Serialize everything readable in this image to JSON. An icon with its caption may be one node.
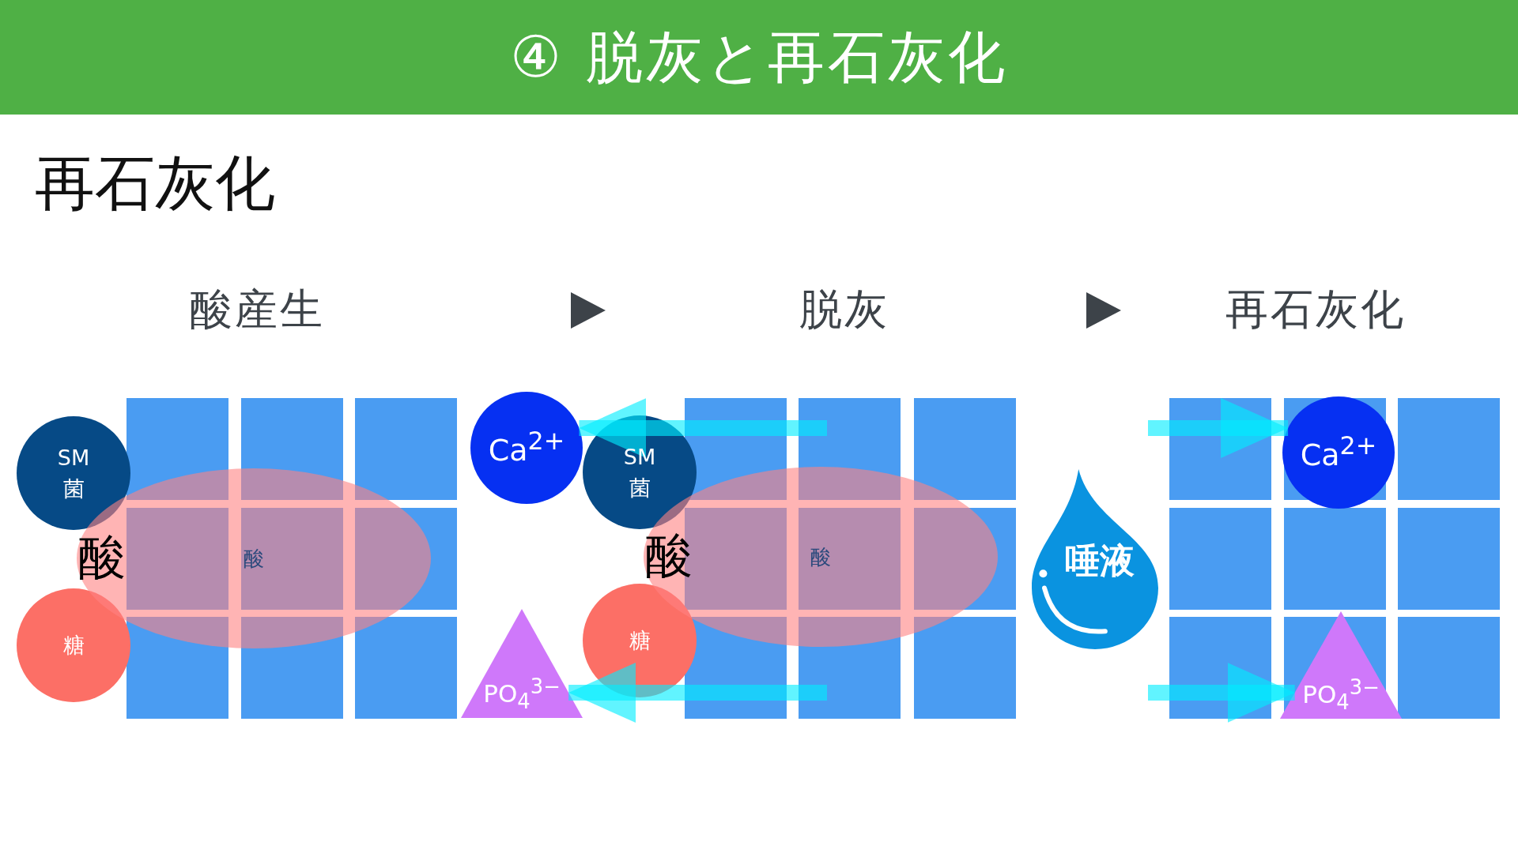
{
  "diagram": {
    "title": "④ 脱灰と再石灰化",
    "nodes": [
      {
        "text": [
          "酸産生"
        ]
      },
      {
        "text": [
          "脱灰"
        ]
      },
      {
        "text": [
          "再石灰化"
        ]
      },
      {
        "text": [
          "SM 菌"
        ]
      },
      {
        "text": [
          "酸",
          "酸"
        ]
      },
      {
        "text": [
          "糖"
        ]
      },
      {
        "text": [
          "Ca$^{2+}$"
        ]
      },
      {
        "text": [
          "PO$_{4}$$^{3−}$"
        ]
      },
      {
        "text": [
          "SM 菌"
        ]
      },
      {
        "text": [
          "酸",
          "酸"
        ]
      },
      {
        "text": [
          "糖"
        ]
      },
      {
        "text": [
          "唾液"
        ]
      },
      {
        "text": [
          "Ca$^{2+}$"
        ]
      },
      {
        "text": [
          "PO$_{4}$$^{3−}$"
        ]
      }
    ],
    "edges": [
      {
        "from": null,
        "to": 6,
        "arrow": "to"
      },
      {
        "from": null,
        "to": 7,
        "arrow": "to"
      },
      {
        "from": null,
        "to": 12,
        "arrow": "to"
      },
      {
        "from": null,
        "to": 13,
        "arrow": "to"
      }
    ],
    "labels": [
      "再石灰化"
    ]
  }
}
